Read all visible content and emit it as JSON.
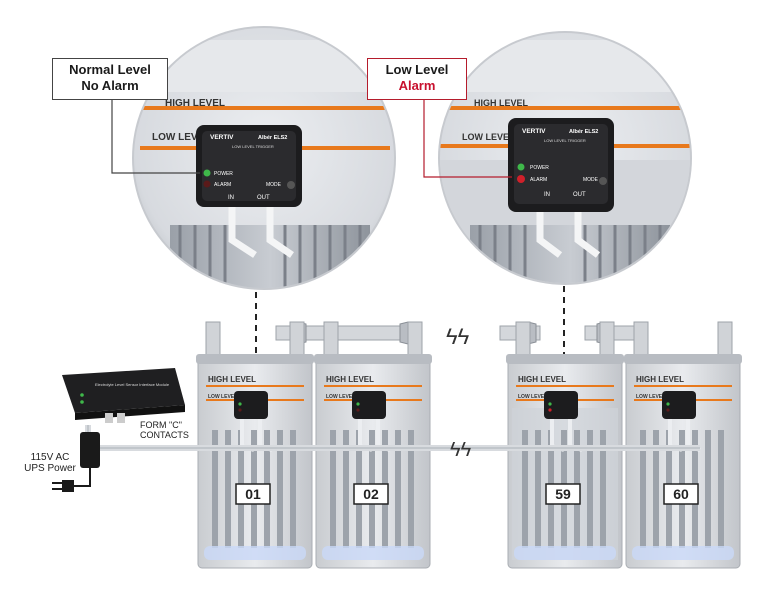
{
  "callouts": {
    "normal": {
      "line1": "Normal Level",
      "line2": "No Alarm"
    },
    "low": {
      "line1": "Low Level",
      "line2": "Alarm"
    }
  },
  "zoom_labels": {
    "high_level": "HIGH LEVEL",
    "low_level": "LOW LEVEL"
  },
  "sensor": {
    "brand": "VERTIV",
    "model": "Albér ELS2",
    "trigger": "LOW LEVEL TRIGGER",
    "power": "POWER",
    "alarm": "ALARM",
    "mode": "MODE",
    "in": "IN",
    "out": "OUT"
  },
  "batteries": [
    {
      "number": "01",
      "high": "HIGH LEVEL",
      "low": "LOW LEVEL",
      "electrolyte": "normal"
    },
    {
      "number": "02",
      "high": "HIGH LEVEL",
      "low": "LOW LEVEL",
      "electrolyte": "normal"
    },
    {
      "number": "59",
      "high": "HIGH LEVEL",
      "low": "LOW LEVEL",
      "electrolyte": "low"
    },
    {
      "number": "60",
      "high": "HIGH LEVEL",
      "low": "LOW LEVEL",
      "electrolyte": "normal"
    }
  ],
  "interface_module": {
    "title": "Electrolyte Level Sensor Interface Module"
  },
  "labels": {
    "form_c": "FORM \"C\" CONTACTS",
    "ups_power_line1": "115V AC",
    "ups_power_line2": "UPS Power"
  },
  "colors": {
    "level_line": "#e8791c",
    "alarm_red": "#c8102e",
    "callout_border_low": "#b51c2c",
    "led_green": "#3fb84a",
    "led_red": "#d0202a"
  }
}
